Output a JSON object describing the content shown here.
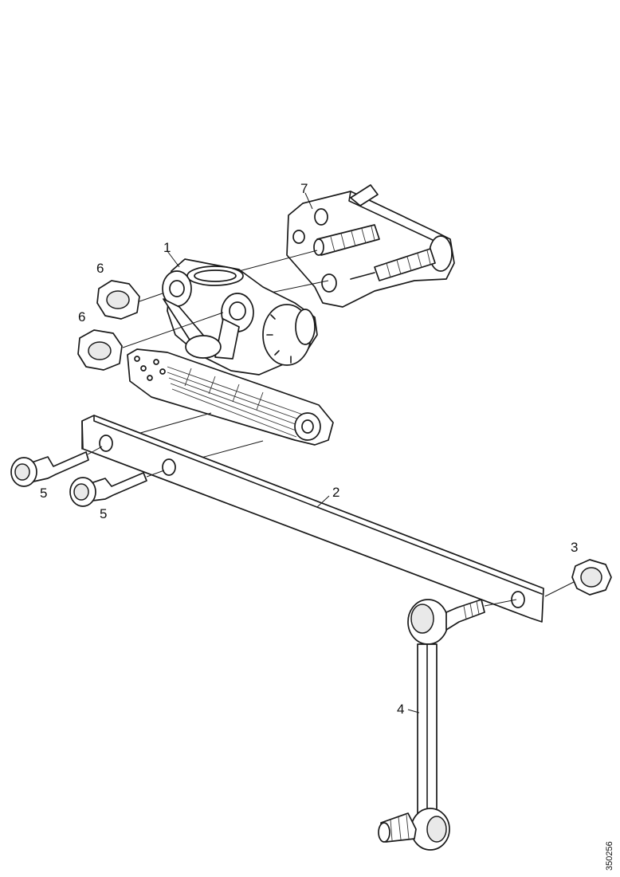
{
  "callouts": {
    "c1": "1",
    "c2": "2",
    "c3": "3",
    "c4": "4",
    "c5a": "5",
    "c5b": "5",
    "c6a": "6",
    "c6b": "6",
    "c7": "7"
  },
  "reference_number": "350256"
}
